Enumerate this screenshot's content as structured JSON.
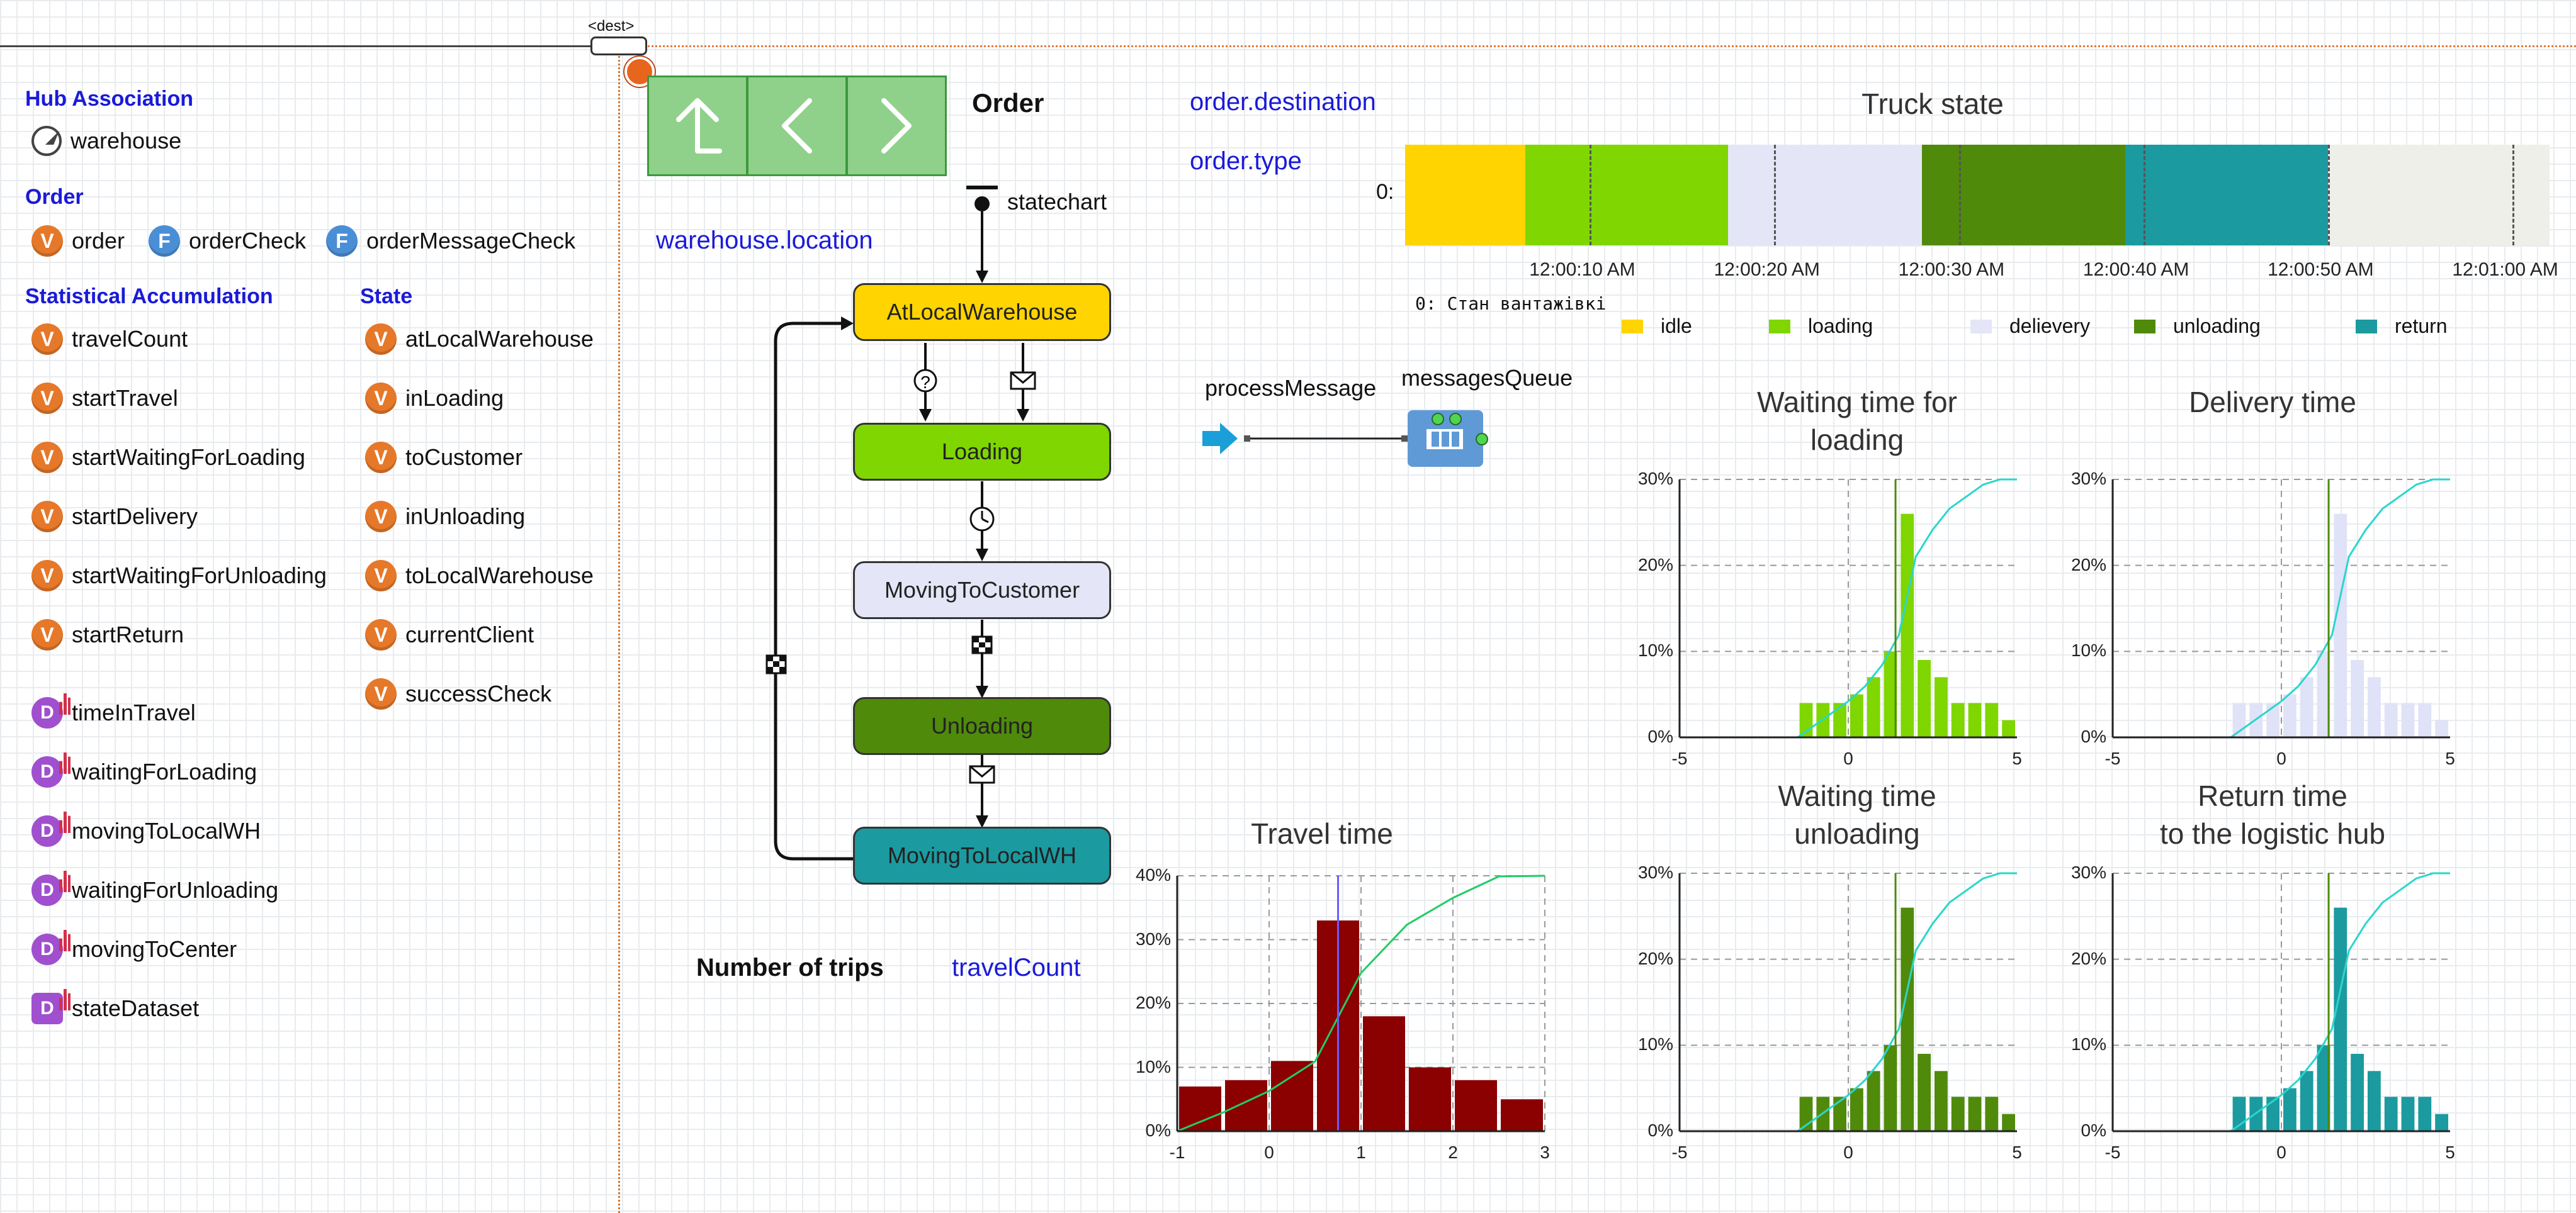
{
  "canvas_bar": {
    "label": "<dest>"
  },
  "hub_association": {
    "header": "Hub Association",
    "warehouse": "warehouse"
  },
  "order_section": {
    "header": "Order",
    "items": [
      "order",
      "orderCheck",
      "orderMessageCheck"
    ]
  },
  "stat_acc": {
    "header": "Statistical Accumulation",
    "items": [
      "travelCount",
      "startTravel",
      "startWaitingForLoading",
      "startDelivery",
      "startWaitingForUnloading",
      "startReturn"
    ]
  },
  "state_section": {
    "header": "State",
    "items": [
      "atLocalWarehouse",
      "inLoading",
      "toCustomer",
      "inUnloading",
      "toLocalWarehouse",
      "currentClient",
      "successCheck"
    ]
  },
  "datasets": [
    "timeInTravel",
    "waitingForLoading",
    "movingToLocalWH",
    "waitingForUnloading",
    "movingToCenter",
    "stateDataset"
  ],
  "icon_letters": {
    "v": "V",
    "f": "F",
    "d": "D"
  },
  "nav": {
    "title": "Order",
    "up": "↑",
    "back": "‹",
    "forward": "›"
  },
  "labels": {
    "warehouse_location": "warehouse.location",
    "order_destination": "order.destination",
    "order_type": "order.type",
    "statechart": "statechart",
    "process_message": "processMessage",
    "messages_queue": "messagesQueue",
    "number_of_trips": "Number of trips",
    "travel_count": "travelCount"
  },
  "states": [
    "AtLocalWarehouse",
    "Loading",
    "MovingToCustomer",
    "Unloading",
    "MovingToLocalWH"
  ],
  "state_colors": [
    "#ffd400",
    "#7fd600",
    "#e4e6f7",
    "#4f8a0b",
    "#1b9aa0"
  ],
  "truck_state": {
    "title": "Truck state",
    "row_label": "0:",
    "times": [
      "12:00:10 AM",
      "12:00:20 AM",
      "12:00:30 AM",
      "12:00:40 AM",
      "12:00:50 AM",
      "12:01:00 AM"
    ],
    "subtitle": "0:  Стан вантажівкі",
    "segments": [
      {
        "state": "idle",
        "start": 0,
        "end": 6.5,
        "color": "#ffd400"
      },
      {
        "state": "loading",
        "start": 6.5,
        "end": 17.5,
        "color": "#7fd600"
      },
      {
        "state": "delievery",
        "start": 17.5,
        "end": 28,
        "color": "#e4e6f7"
      },
      {
        "state": "unloading",
        "start": 28,
        "end": 39,
        "color": "#4f8a0b"
      },
      {
        "state": "return",
        "start": 39,
        "end": 50,
        "color": "#1b9aa0"
      }
    ],
    "legend": [
      {
        "label": "idle",
        "color": "#ffd400"
      },
      {
        "label": "loading",
        "color": "#7fd600"
      },
      {
        "label": "delievery",
        "color": "#e4e6f7"
      },
      {
        "label": "unloading",
        "color": "#4f8a0b"
      },
      {
        "label": "return",
        "color": "#1b9aa0"
      }
    ]
  },
  "chart_data": [
    {
      "type": "bar",
      "title": "Waiting time for loading",
      "color": "#7fd600",
      "x": [
        -1.25,
        -0.75,
        -0.25,
        0.25,
        0.75,
        1.25,
        1.75,
        2.25,
        2.75,
        3.25,
        3.75,
        4.25,
        4.75
      ],
      "values": [
        4,
        4,
        4,
        5,
        7,
        10,
        26,
        9,
        7,
        4,
        4,
        4,
        2
      ],
      "cdf_color": "#2ad6cc",
      "xlim": [
        -5,
        5
      ],
      "ylim": [
        0,
        30
      ],
      "xticks": [
        "-5",
        "0",
        "5"
      ],
      "yticks": [
        "0%",
        "10%",
        "20%",
        "30%"
      ],
      "mean": 1.4
    },
    {
      "type": "bar",
      "title": "Delivery time",
      "color": "#e0e2f7",
      "x": [
        -1.25,
        -0.75,
        -0.25,
        0.25,
        0.75,
        1.25,
        1.75,
        2.25,
        2.75,
        3.25,
        3.75,
        4.25,
        4.75
      ],
      "values": [
        4,
        4,
        4,
        5,
        7,
        10,
        26,
        9,
        7,
        4,
        4,
        4,
        2
      ],
      "cdf_color": "#2ad6cc",
      "xlim": [
        -5,
        5
      ],
      "ylim": [
        0,
        30
      ],
      "xticks": [
        "-5",
        "0",
        "5"
      ],
      "yticks": [
        "0%",
        "10%",
        "20%",
        "30%"
      ],
      "mean": 1.4
    },
    {
      "type": "bar",
      "title": "Travel time",
      "color": "#8b0000",
      "x": [
        -0.75,
        -0.25,
        0.25,
        0.75,
        1.25,
        1.75,
        2.25
      ],
      "values": [
        7,
        8,
        11,
        33,
        18,
        10,
        8,
        5
      ],
      "cdf_color": "#22cc66",
      "xlim": [
        -1,
        3
      ],
      "ylim": [
        0,
        40
      ],
      "xticks": [
        "-1",
        "0",
        "1",
        "2",
        "3"
      ],
      "yticks": [
        "0%",
        "10%",
        "20%",
        "30%",
        "40%"
      ],
      "mean": 0.75
    },
    {
      "type": "bar",
      "title": "Waiting time unloading",
      "color": "#4f8a0b",
      "x": [
        -1.25,
        -0.75,
        -0.25,
        0.25,
        0.75,
        1.25,
        1.75,
        2.25,
        2.75,
        3.25,
        3.75,
        4.25,
        4.75
      ],
      "values": [
        4,
        4,
        4,
        5,
        7,
        10,
        26,
        9,
        7,
        4,
        4,
        4,
        2
      ],
      "cdf_color": "#2ad6cc",
      "xlim": [
        -5,
        5
      ],
      "ylim": [
        0,
        30
      ],
      "xticks": [
        "-5",
        "0",
        "5"
      ],
      "yticks": [
        "0%",
        "10%",
        "20%",
        "30%"
      ],
      "mean": 1.4
    },
    {
      "type": "bar",
      "title": "Return time to the logistic hub",
      "color": "#1b9aa0",
      "x": [
        -1.25,
        -0.75,
        -0.25,
        0.25,
        0.75,
        1.25,
        1.75,
        2.25,
        2.75,
        3.25,
        3.75,
        4.25,
        4.75
      ],
      "values": [
        4,
        4,
        4,
        5,
        7,
        10,
        26,
        9,
        7,
        4,
        4,
        4,
        2
      ],
      "cdf_color": "#2ad6cc",
      "xlim": [
        -5,
        5
      ],
      "ylim": [
        0,
        30
      ],
      "xticks": [
        "-5",
        "0",
        "5"
      ],
      "yticks": [
        "0%",
        "10%",
        "20%",
        "30%"
      ],
      "mean": 1.4
    }
  ],
  "chart_titles": {
    "c0": [
      "Waiting time for",
      "loading"
    ],
    "c1": [
      "Delivery time"
    ],
    "c2": [
      "Travel time"
    ],
    "c3": [
      "Waiting time",
      "unloading"
    ],
    "c4": [
      "Return time",
      "to the logistic hub"
    ]
  }
}
